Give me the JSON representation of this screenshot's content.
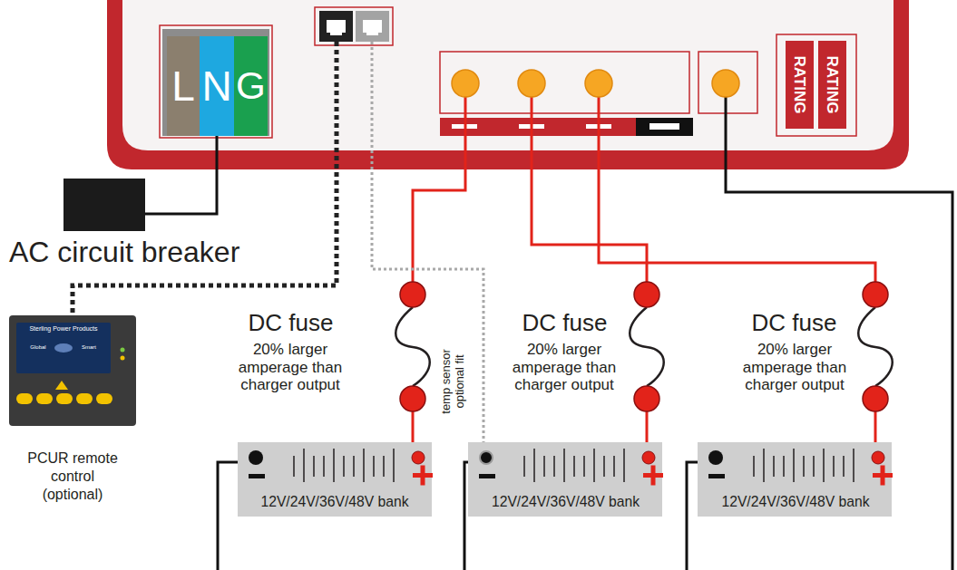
{
  "diagram": {
    "nodes": [
      {
        "text": [
          "L"
        ]
      },
      {
        "text": [
          "N"
        ]
      },
      {
        "text": [
          "G"
        ]
      },
      {
        "text": [
          "RATING"
        ]
      },
      {
        "text": [
          "RATING"
        ]
      },
      {
        "text": [
          "AC circuit breaker"
        ]
      },
      {
        "text": [
          "PCUR remote control (optional)"
        ]
      },
      {
        "text": [
          "12V/24V/36V/48V bank"
        ]
      },
      {
        "text": [
          "12V/24V/36V/48V bank"
        ]
      },
      {
        "text": [
          "12V/24V/36V/48V bank"
        ]
      }
    ],
    "edges": [
      {
        "from": 5,
        "to": 1,
        "arrow": "none"
      }
    ],
    "labels": [
      "Sterling Power Products",
      "Global",
      "Smart",
      "DC fuse",
      "20% larger amperage than charger output",
      "temp sensor optional fit",
      "DC fuse",
      "20% larger amperage than charger output",
      "DC fuse",
      "20% larger amperage than charger output"
    ]
  }
}
